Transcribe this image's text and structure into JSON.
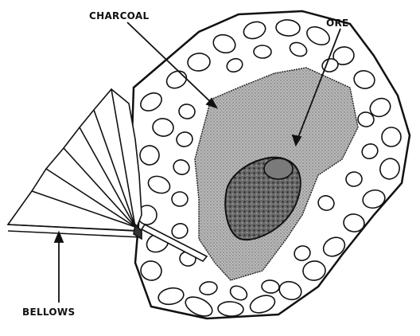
{
  "labels": {
    "charcoal": "CHARCOAL",
    "ore": "ORE",
    "bellows": "BELLOWS"
  },
  "colors": {
    "ink": "#111111",
    "charcoal_fill": "#a9a9a9",
    "ore_fill": "#555555",
    "background": "#ffffff"
  }
}
